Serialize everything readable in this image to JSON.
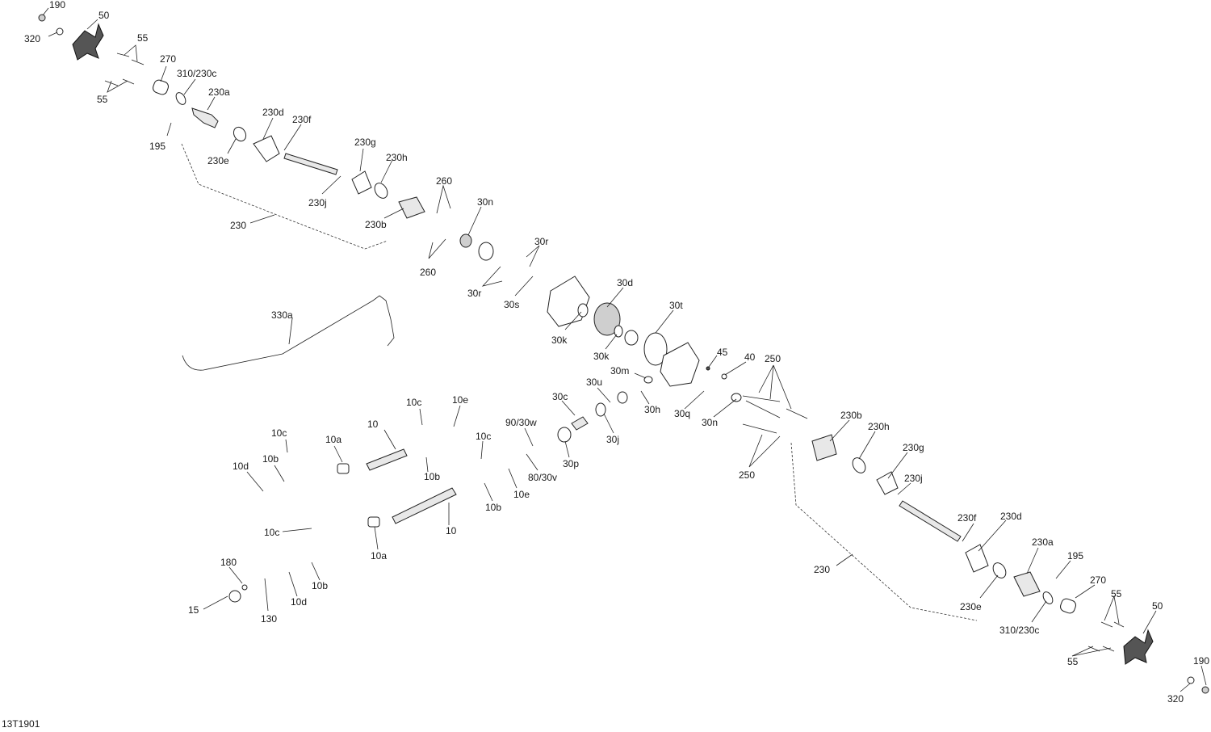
{
  "figure_code": "13T1901",
  "labels": {
    "l190a": "190",
    "l320a": "320",
    "l50a": "50",
    "l55a": "55",
    "l55b": "55",
    "l270a": "270",
    "l310a": "310/230c",
    "l230aA": "230a",
    "l195a": "195",
    "l230eA": "230e",
    "l230dA": "230d",
    "l230fA": "230f",
    "l230gA": "230g",
    "l230hA": "230h",
    "l230jA": "230j",
    "l230bA": "230b",
    "l230A": "230",
    "l260a": "260",
    "l260b": "260",
    "l30nA": "30n",
    "l30rA": "30r",
    "l30rB": "30r",
    "l30s": "30s",
    "l330a": "330a",
    "l30d": "30d",
    "l30t": "30t",
    "l30kA": "30k",
    "l30kB": "30k",
    "l45": "45",
    "l40": "40",
    "l250a": "250",
    "l30m": "30m",
    "l30u": "30u",
    "l30h": "30h",
    "l30q": "30q",
    "l30nB": "30n",
    "l30c": "30c",
    "l30j": "30j",
    "l9030w": "90/30w",
    "l30p": "30p",
    "l8030v": "80/30v",
    "l10cA": "10c",
    "l10eA": "10e",
    "l10A": "10",
    "l10cB": "10c",
    "l10aA": "10a",
    "l10bA": "10b",
    "l10dA": "10d",
    "l10bB": "10b",
    "l10cC": "10c",
    "l10eB": "10e",
    "l10bC": "10b",
    "l10B": "10",
    "l10cD": "10c",
    "l10aB": "10a",
    "l180": "180",
    "l15": "15",
    "l130": "130",
    "l10dB": "10d",
    "l10bD": "10b",
    "l230bB": "230b",
    "l230hB": "230h",
    "l230gB": "230g",
    "l230jB": "230j",
    "l250b": "250",
    "l230fB": "230f",
    "l230dB": "230d",
    "l230B": "230",
    "l230aB": "230a",
    "l195b": "195",
    "l270b": "270",
    "l55c": "55",
    "l55d": "55",
    "l50b": "50",
    "l230eB": "230e",
    "l310b": "310/230c",
    "l190b": "190",
    "l320b": "320"
  }
}
